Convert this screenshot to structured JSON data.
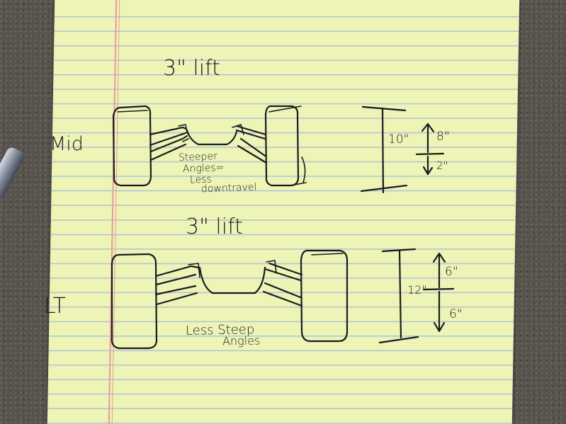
{
  "mid_section": {
    "title": "3\" lift",
    "row_label": "Mid",
    "note_line1": "Steeper",
    "note_line2": "Angles=",
    "note_line3": "Less",
    "note_line4": "downtravel",
    "travel_total": "10\"",
    "travel_up": "8\"",
    "travel_down": "2\""
  },
  "lt_section": {
    "title": "3\" lift",
    "row_label": "LT",
    "note_line1": "Less Steep",
    "note_line2": "Angles",
    "travel_total": "12\"",
    "travel_up": "6\"",
    "travel_down": "6\""
  },
  "colors": {
    "paper": "#eef3b6",
    "ruled_line": "#aec4d2",
    "margin_line": "#e79b9b",
    "ink": "#1b1b1f"
  }
}
